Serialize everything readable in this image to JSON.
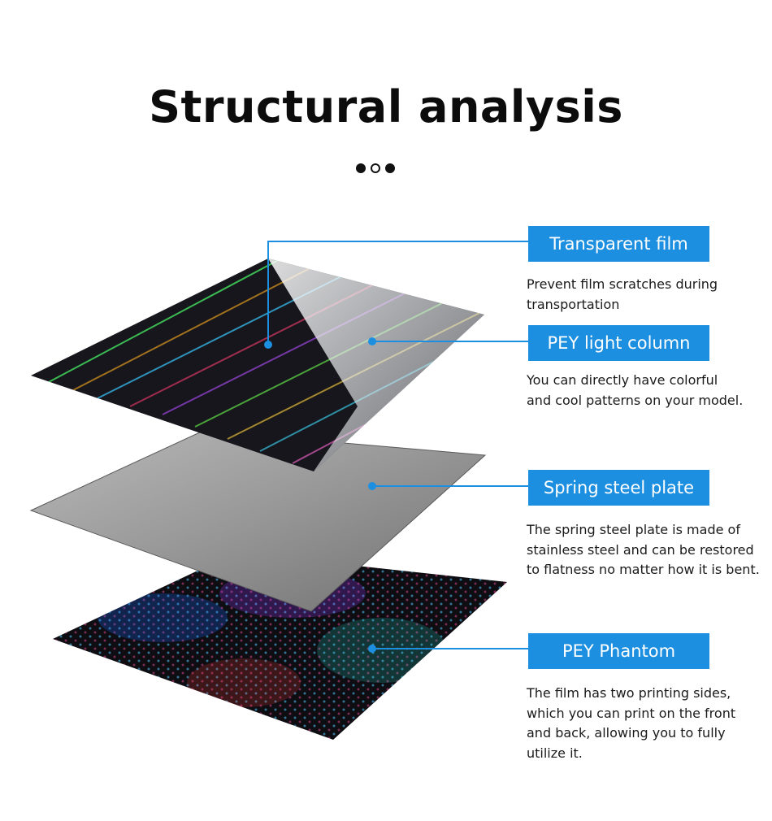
{
  "title": "Structural analysis",
  "indicator": [
    "filled",
    "hollow",
    "filled"
  ],
  "accent_color": "#1d8fe0",
  "layers": [
    {
      "label": "Transparent film",
      "description": "Prevent film scratches during\ntransportation"
    },
    {
      "label": "PEY light column",
      "description": "You can directly have colorful\nand cool patterns on your model."
    },
    {
      "label": "Spring steel plate",
      "description": "The spring steel plate is made of\nstainless steel and can be restored\nto flatness no matter how it is bent."
    },
    {
      "label": "PEY Phantom",
      "description": "The film has two printing sides,\nwhich you can print on the front\nand back, allowing you to fully\nutilize it."
    }
  ]
}
